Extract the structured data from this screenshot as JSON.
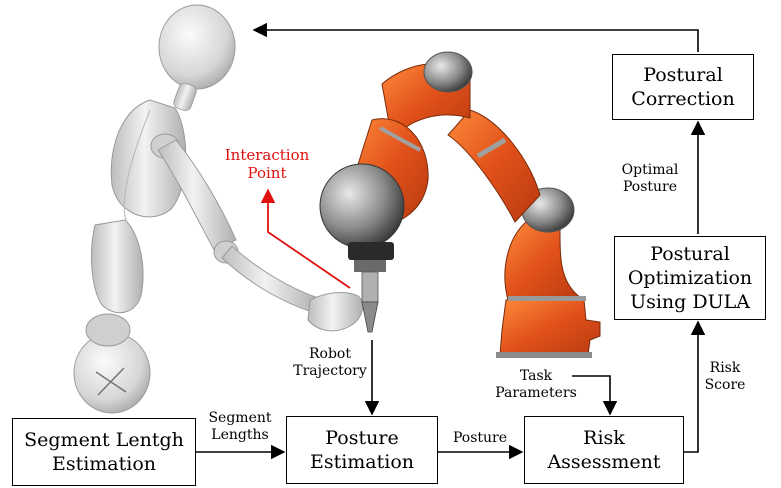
{
  "nodes": {
    "segment_estimation": {
      "line1": "Segment Lentgh",
      "line2": "Estimation"
    },
    "posture_estimation": {
      "line1": "Posture",
      "line2": "Estimation"
    },
    "risk_assessment": {
      "line1": "Risk",
      "line2": "Assessment"
    },
    "postural_optimization": {
      "line1": "Postural",
      "line2": "Optimization",
      "line3": "Using DULA"
    },
    "postural_correction": {
      "line1": "Postural",
      "line2": "Correction"
    }
  },
  "edge_labels": {
    "segment_lengths": {
      "line1": "Segment",
      "line2": "Lengths"
    },
    "posture": "Posture",
    "robot_trajectory": {
      "line1": "Robot",
      "line2": "Trajectory"
    },
    "task_parameters": {
      "line1": "Task",
      "line2": "Parameters"
    },
    "risk_score": {
      "line1": "Risk",
      "line2": "Score"
    },
    "optimal_posture": {
      "line1": "Optimal",
      "line2": "Posture"
    }
  },
  "annotations": {
    "interaction_point": {
      "line1": "Interaction",
      "line2": "Point"
    }
  },
  "colors": {
    "annotation": "#e01010",
    "robot_orange": "#e0501a",
    "robot_grey": "#9a9a9a",
    "mannequin": "#d8d8d8"
  }
}
